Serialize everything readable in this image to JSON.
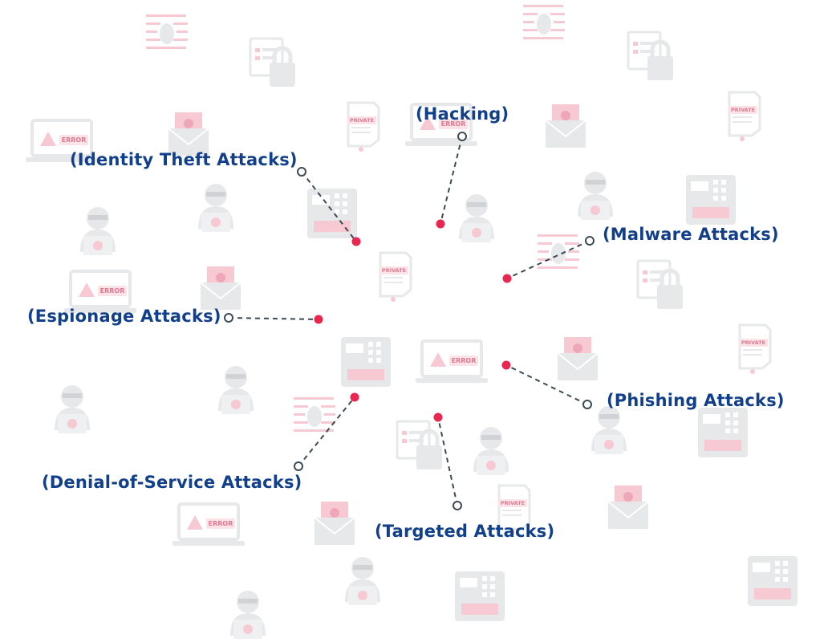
{
  "colors": {
    "label": "#123f8a",
    "dot": "#e8264f",
    "line": "#3d4a55",
    "icon_gray": "#e6e8ea",
    "icon_pink": "#f7c9d2"
  },
  "background_icons": [
    "laptop-error-icon",
    "envelope-skull-icon",
    "lock-form-icon",
    "hacker-laptop-icon",
    "keypad-cash-icon",
    "private-document-icon",
    "code-bug-icon",
    "hacker-card-icon"
  ],
  "labels": [
    {
      "id": "hacking",
      "text": "(Hacking)"
    },
    {
      "id": "identity",
      "text": "(Identity Theft Attacks)"
    },
    {
      "id": "malware",
      "text": "(Malware Attacks)"
    },
    {
      "id": "espionage",
      "text": "(Espionage Attacks)"
    },
    {
      "id": "phishing",
      "text": "(Phishing Attacks)"
    },
    {
      "id": "dos",
      "text": "(Denial-of-Service Attacks)"
    },
    {
      "id": "targeted",
      "text": "(Targeted Attacks)"
    }
  ],
  "icon_text": {
    "error": "ERROR",
    "private": "PRIVATE"
  }
}
